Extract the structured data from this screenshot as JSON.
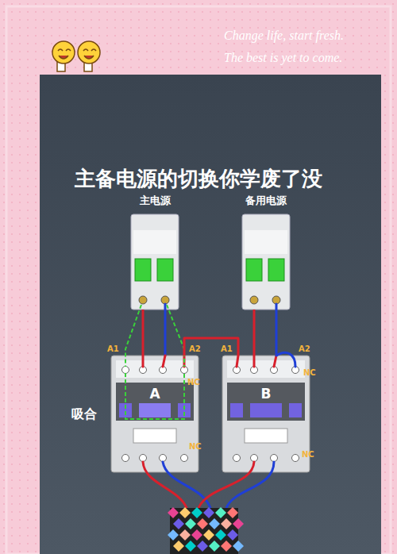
{
  "diagram": {
    "title": "主备电源的切换你学废了没",
    "nodes": [
      {
        "text": [
          "主电源"
        ]
      },
      {
        "text": [
          "备用电源"
        ]
      },
      {
        "text": [
          "A"
        ]
      },
      {
        "text": [
          "B"
        ]
      }
    ],
    "edges": [
      {
        "from": 0,
        "to": 2,
        "arrow": "none"
      },
      {
        "from": 1,
        "to": 3,
        "arrow": "none"
      },
      {
        "from": 2,
        "to": 3,
        "arrow": "none"
      }
    ],
    "labels": [
      "Change life, start fresh.",
      "The best is yet to come.",
      "A1",
      "A2",
      "NC",
      "NC",
      "A1",
      "A2",
      "NC",
      "NC",
      "吸合"
    ]
  }
}
